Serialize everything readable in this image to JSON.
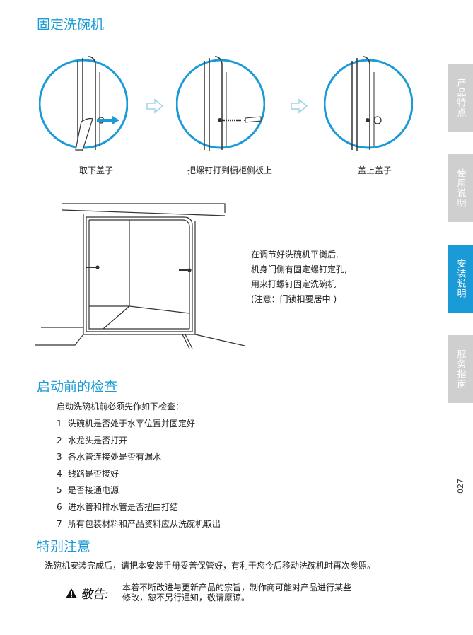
{
  "sections": {
    "fix_title": "固定洗碗机",
    "check_title": "启动前的检查",
    "special_title": "特别注意"
  },
  "steps": [
    {
      "caption": "取下盖子"
    },
    {
      "caption": "把螺钉打到橱柜侧板上"
    },
    {
      "caption": "盖上盖子"
    }
  ],
  "install_note": [
    "在调节好洗碗机平衡后,",
    "机身门侧有固定螺钉定孔,",
    "用来打螺钉固定洗碗机",
    "(注意：门锁扣要居中 )"
  ],
  "check": {
    "intro": "启动洗碗机前必须先作如下检查：",
    "items": [
      {
        "num": "1",
        "text": "洗碗机是否处于水平位置并固定好"
      },
      {
        "num": "2",
        "text": "水龙头是否打开"
      },
      {
        "num": "3",
        "text": "各水管连接处是否有漏水"
      },
      {
        "num": "4",
        "text": "线路是否接好"
      },
      {
        "num": "5",
        "text": "是否接通电源"
      },
      {
        "num": "6",
        "text": "进水管和排水管是否扭曲打结"
      },
      {
        "num": "7",
        "text": "所有包装材料和产品资料应从洗碗机取出"
      }
    ]
  },
  "special": {
    "paragraph": "洗碗机安装完成后，请把本安装手册妥善保管好，有利于您今后移动洗碗机时再次参照。"
  },
  "warning": {
    "title": "敬告:",
    "lines": [
      "本着不断改进与更新产品的宗旨，制作商可能对产品进行某些",
      "修改，恕不另行通知，敬请原谅。"
    ]
  },
  "side_tabs": [
    {
      "label": "产品特点",
      "active": false
    },
    {
      "label": "使用说明",
      "active": false
    },
    {
      "label": "安装说明",
      "active": true
    },
    {
      "label": "服务指南",
      "active": false
    }
  ],
  "page_number": "027",
  "colors": {
    "accent": "#1a9ad6",
    "tab_inactive": "#cfcfcf"
  }
}
